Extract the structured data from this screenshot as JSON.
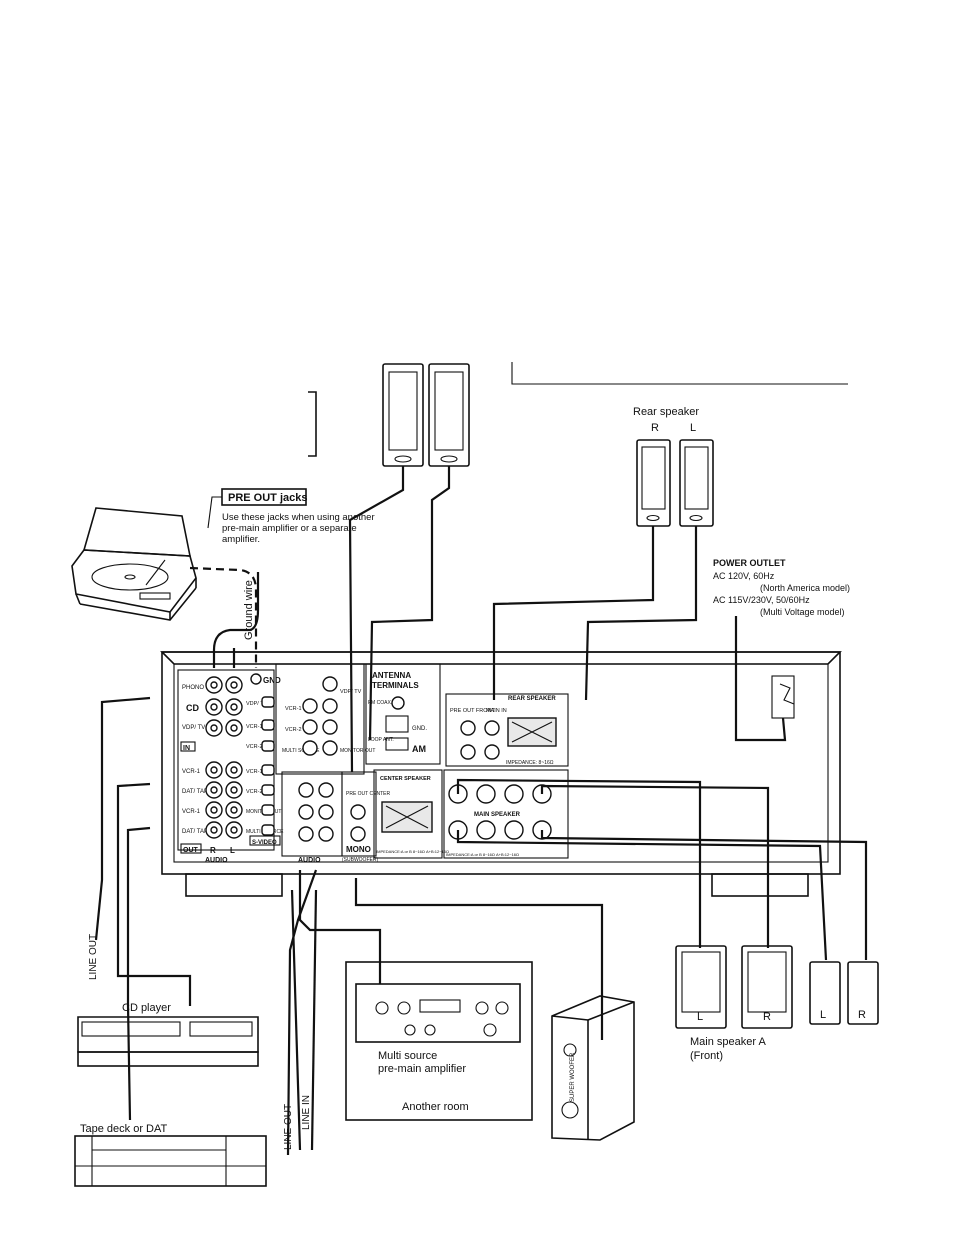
{
  "callout": {
    "pre_out_title": "PRE OUT jacks",
    "pre_out_text": [
      "Use these jacks when using another",
      "pre-main  amplifier  or  a  separate",
      "amplifier."
    ]
  },
  "ground_wire": "Ground wire",
  "rear_speaker": {
    "title": "Rear speaker",
    "r": "R",
    "l": "L"
  },
  "power_outlet": {
    "title": "POWER OUTLET",
    "lines": [
      "AC  120V, 60Hz",
      "(North America model)",
      "AC  115V/230V, 50/60Hz",
      "(Multi Voltage model)"
    ]
  },
  "left_panel": {
    "gnd": "GND",
    "phono": "PHONO",
    "cd": "CD",
    "vdp_tv": "VDP/ TV",
    "in": "IN",
    "vcr1": "VCR-1",
    "dat_tape": "DAT/ TAPE",
    "vcr2": "VCR-2",
    "out": "OUT",
    "r": "R",
    "l": "L",
    "audio": "AUDIO",
    "monitor_out": "MONITOR OUT",
    "multi_source": "MULTI SOURCE",
    "s_video": "S-VIDEO"
  },
  "antenna": {
    "title1": "ANTENNA",
    "title2": "TERMINALS",
    "fm": "FM COAX. 75Ω",
    "loop": "LOOP ANT.",
    "gnd": "GND.",
    "am": "AM"
  },
  "mid_panel": {
    "pre_out_center": "PRE OUT CENTER",
    "mono": "MONO",
    "subwoofer": "(SUBWOOFER)",
    "audio": "AUDIO"
  },
  "speakers_panel": {
    "pre_out_front": "PRE OUT FRONT",
    "main_in": "MAIN IN",
    "rear_speaker": "REAR SPEAKER",
    "impedance_rear": "IMPEDANCE: 8~16Ω",
    "center_speaker": "CENTER SPEAKER",
    "impedance_center": "IMPEDANCE:A or B 8~16Ω  A+B:12~16Ω",
    "main_speaker": "MAIN SPEAKER",
    "impedance_main": "IMPEDANCE:A or B 8~16Ω  A+B:12~16Ω"
  },
  "labels": {
    "line_out_left": "LINE OUT",
    "cd_player": "CD player",
    "tape_deck": "Tape deck or DAT",
    "line_out_mid": "LINE OUT",
    "line_in_mid": "LINE IN",
    "multi_source_amp": [
      "Multi source",
      "pre-main amplifier"
    ],
    "another_room": "Another room",
    "subwoofer_brand": "SUPER WOOFER",
    "main_speaker_a": [
      "Main speaker A",
      "(Front)"
    ],
    "spk_l": "L",
    "spk_r": "R"
  }
}
